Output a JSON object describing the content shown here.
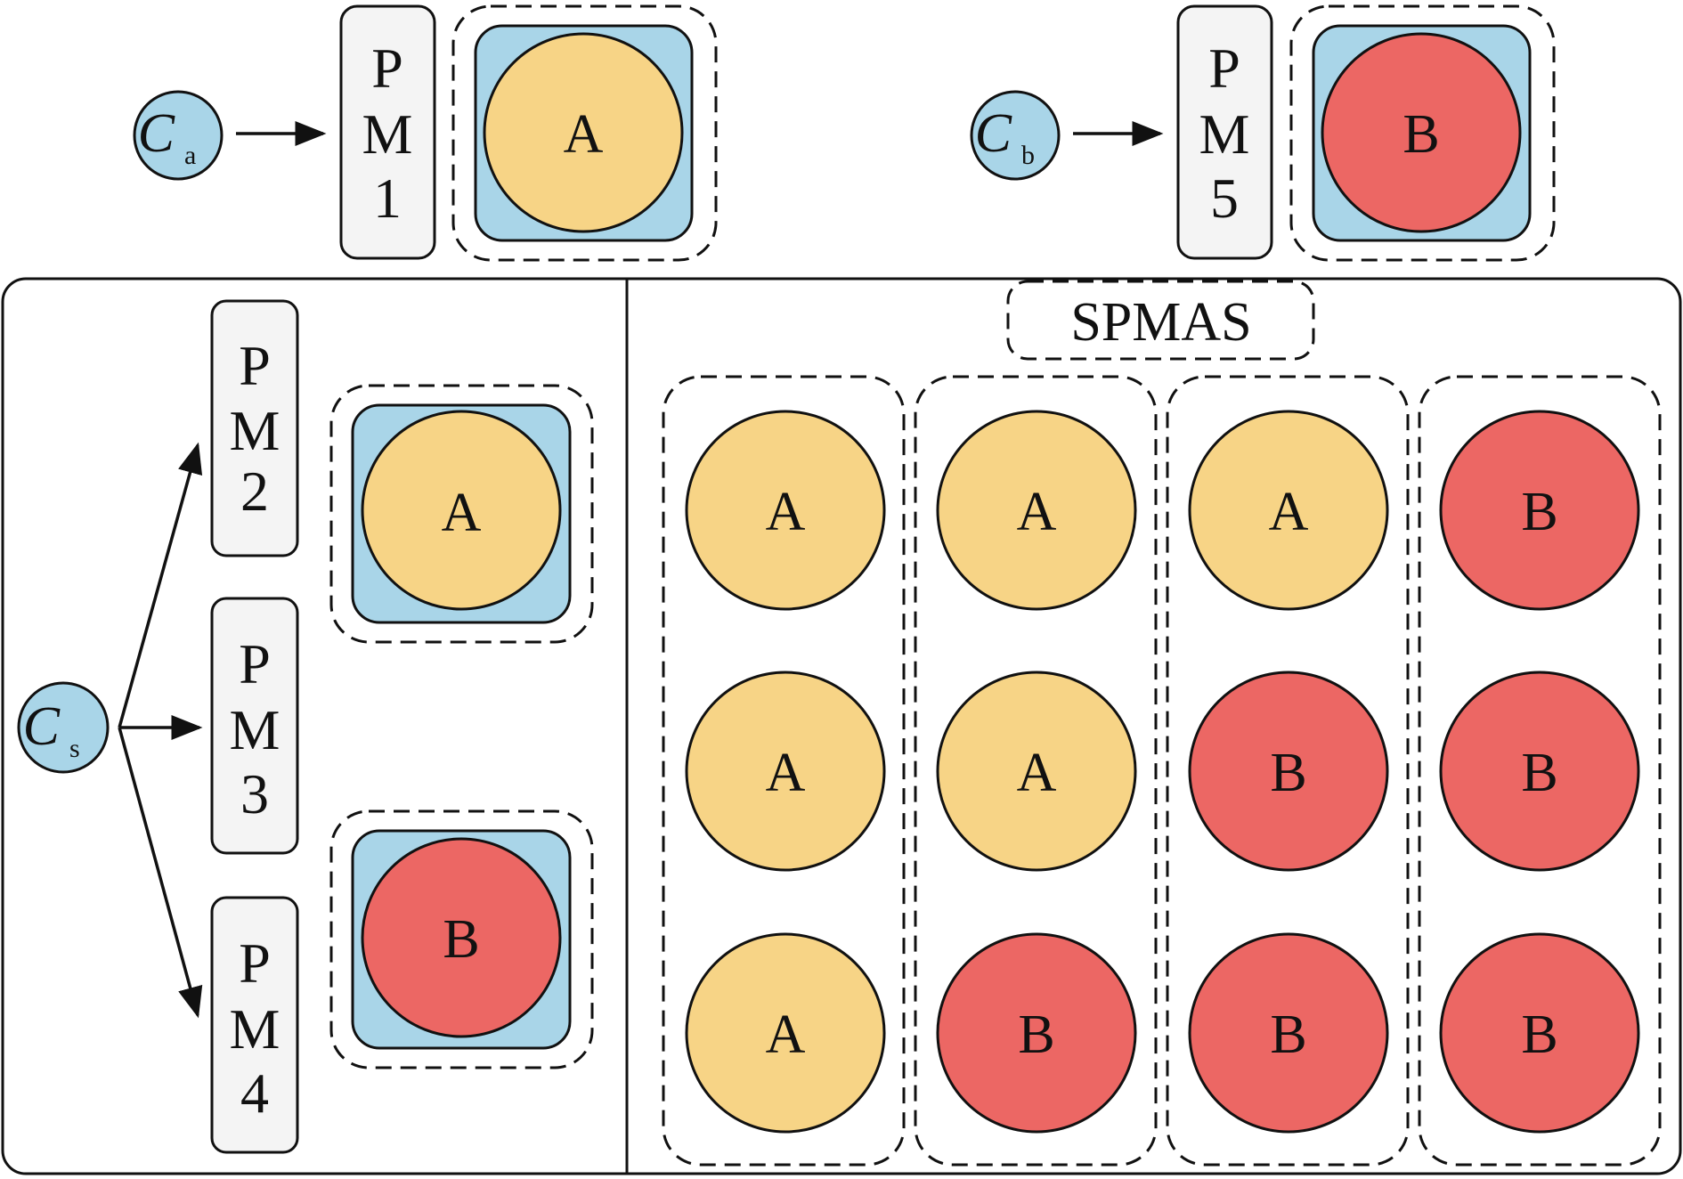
{
  "colors": {
    "sphere_a": "#F7D486",
    "sphere_b": "#EC6764",
    "substrate": "#A9D5E8",
    "source": "#A9D5E8",
    "pm_fill": "#F4F4F4",
    "stroke": "#111111"
  },
  "top_a": {
    "source": {
      "letter": "C",
      "sub": "a"
    },
    "pm": {
      "chars": [
        "P",
        "M",
        "1"
      ]
    },
    "sphere": "A"
  },
  "top_b": {
    "source": {
      "letter": "C",
      "sub": "b"
    },
    "pm": {
      "chars": [
        "P",
        "M",
        "5"
      ]
    },
    "sphere": "B"
  },
  "left_panel": {
    "source": {
      "letter": "C",
      "sub": "s"
    },
    "pms": [
      {
        "chars": [
          "P",
          "M",
          "2"
        ]
      },
      {
        "chars": [
          "P",
          "M",
          "3"
        ]
      },
      {
        "chars": [
          "P",
          "M",
          "4"
        ]
      }
    ],
    "products": [
      "A",
      "B"
    ]
  },
  "spmas": {
    "label": "SPMAS",
    "columns": [
      [
        "A",
        "A",
        "A"
      ],
      [
        "A",
        "A",
        "B"
      ],
      [
        "A",
        "B",
        "B"
      ],
      [
        "B",
        "B",
        "B"
      ]
    ]
  }
}
